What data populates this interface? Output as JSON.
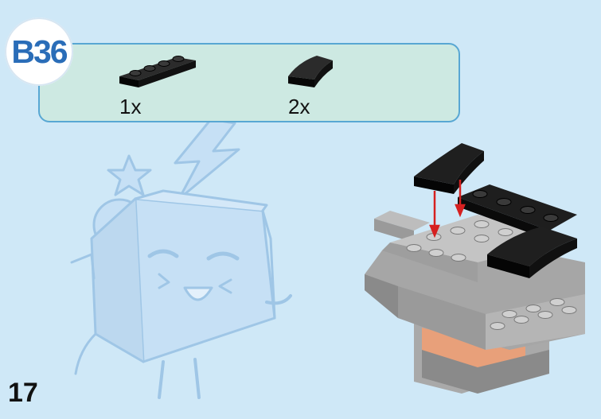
{
  "step": {
    "label": "B36"
  },
  "parts": [
    {
      "name": "plate-1x4-black",
      "quantity": "1x",
      "color": "#111111"
    },
    {
      "name": "curved-slope-black",
      "quantity": "2x",
      "color": "#111111"
    }
  ],
  "page": {
    "number": "17"
  },
  "colors": {
    "background": "#cfe8f7",
    "panel": "#cde9e2",
    "panel_border": "#58a7d3",
    "badge_text": "#2a6db8",
    "arrow": "#d62020",
    "gray_brick": "#9a9a9a",
    "black_brick": "#151515",
    "orange_brick": "#e8a07a"
  }
}
